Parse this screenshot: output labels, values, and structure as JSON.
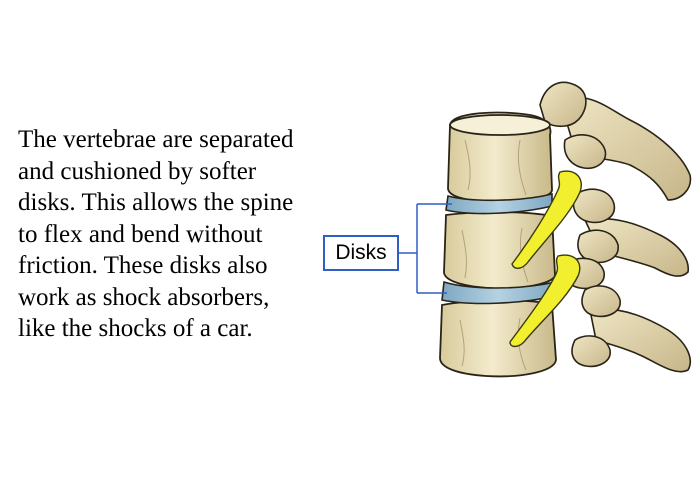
{
  "description": {
    "lines": [
      "The vertebrae are separated",
      "and cushioned by softer",
      "disks. This allows the spine",
      "to flex and bend without",
      "friction. These disks also",
      "work as shock absorbers,",
      "like the shocks of a car."
    ]
  },
  "callout": {
    "label": "Disks"
  },
  "colors": {
    "bone": "#ece2bc",
    "bone_shadow": "#b9a77a",
    "disk": "#8fb6cf",
    "nerve": "#f2ef2e",
    "leader_line": "#2f5fc4"
  }
}
